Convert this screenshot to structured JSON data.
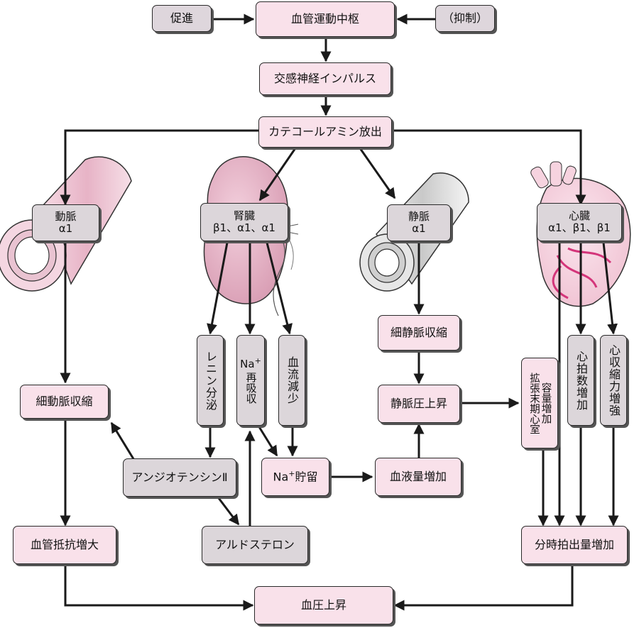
{
  "top": {
    "promote": "促進",
    "center": "血管運動中枢",
    "inhibit": "（抑制）",
    "impulse": "交感神経インパルス",
    "catecholamine": "カテコールアミン放出"
  },
  "organs": {
    "artery": {
      "name": "動脈",
      "receptor": "α1"
    },
    "kidney": {
      "name": "腎臓",
      "receptor": "β1、α1、α1"
    },
    "vein": {
      "name": "静脈",
      "receptor": "α1"
    },
    "heart": {
      "name": "心臓",
      "receptor": "α1、β1、β1"
    }
  },
  "kidney_effects": {
    "renin": "レニン分泌",
    "na_prefix": "Na",
    "na_sup": "+",
    "na_rest": "再吸収",
    "flow": "血流減少"
  },
  "middle": {
    "arteriole": "細動脈収縮",
    "angiotensin": "アンジオテンシンⅡ",
    "na_retention_prefix": "Na",
    "na_retention_sup": "+",
    "na_retention_rest": "貯留",
    "aldosterone": "アルドステロン",
    "blood_volume": "血液量増加",
    "venule": "細静脈収縮",
    "venous_pressure": "静脈圧上昇"
  },
  "heart_effects": {
    "edv_col1": "容量増加",
    "edv_col2": "拡張末期心室",
    "heart_rate": "心拍数増加",
    "contractility": "心収縮力増強"
  },
  "bottom": {
    "resistance": "血管抵抗増大",
    "cardiac_output": "分時拍出量増加",
    "bp_rise": "血圧上昇"
  }
}
